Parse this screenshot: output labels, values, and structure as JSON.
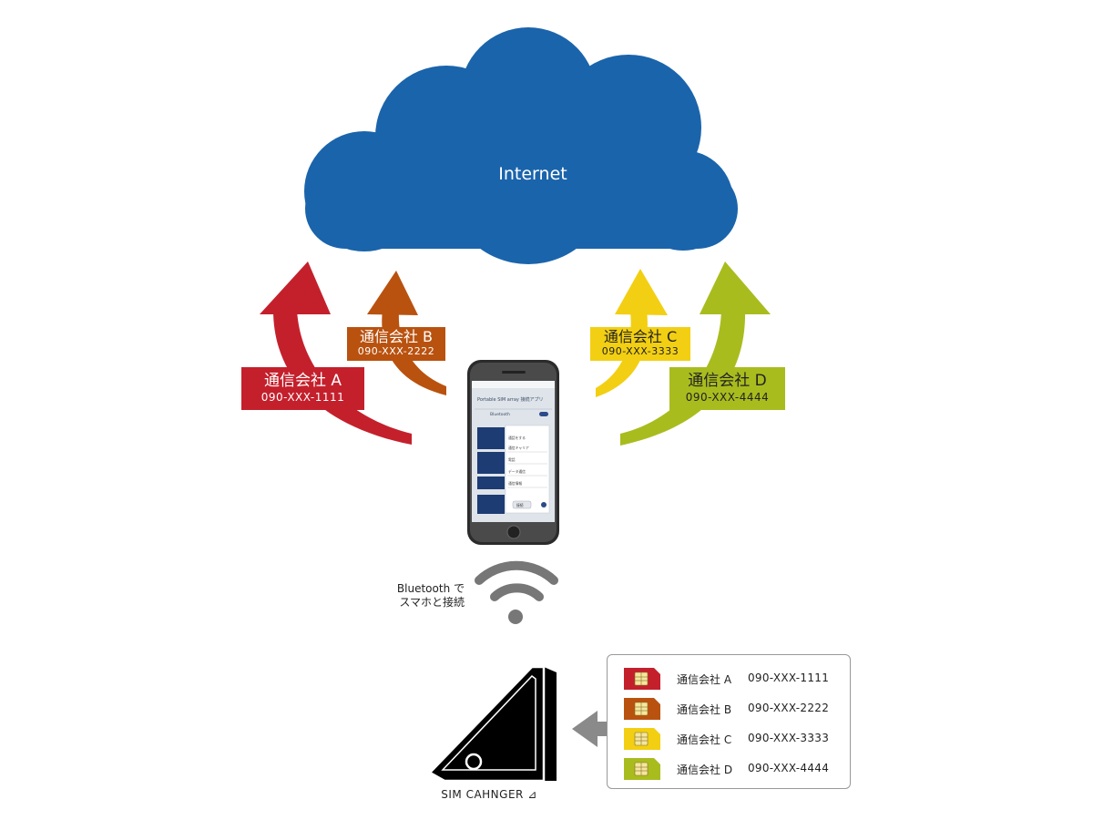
{
  "cloud": {
    "label": "Internet",
    "color": "#1a64ab"
  },
  "carriers": [
    {
      "name": "通信会社 A",
      "number": "090-XXX-1111",
      "color": "#c4202c"
    },
    {
      "name": "通信会社 B",
      "number": "090-XXX-2222",
      "color": "#b9520f"
    },
    {
      "name": "通信会社 C",
      "number": "090-XXX-3333",
      "color": "#f2cf12"
    },
    {
      "name": "通信会社 D",
      "number": "090-XXX-4444",
      "color": "#a9bc1e"
    }
  ],
  "phone": {
    "app_title": "Portable SIM array 接続アプリ",
    "bluetooth_label": "Bluetooth",
    "menu_items": [
      "通話をする",
      "通信キャリア",
      "電話",
      "データ通信",
      "通信情報"
    ],
    "button_label": "接続"
  },
  "bluetooth": {
    "line1": "Bluetooth で",
    "line2": "スマホと接続"
  },
  "device": {
    "label": "SIM CAHNGER ⊿"
  },
  "sim_list": [
    {
      "name": "通信会社 A",
      "number": "090-XXX-1111",
      "color": "#c4202c"
    },
    {
      "name": "通信会社 B",
      "number": "090-XXX-2222",
      "color": "#b9520f"
    },
    {
      "name": "通信会社 C",
      "number": "090-XXX-3333",
      "color": "#f2cf12"
    },
    {
      "name": "通信会社 D",
      "number": "090-XXX-4444",
      "color": "#a9bc1e"
    }
  ]
}
